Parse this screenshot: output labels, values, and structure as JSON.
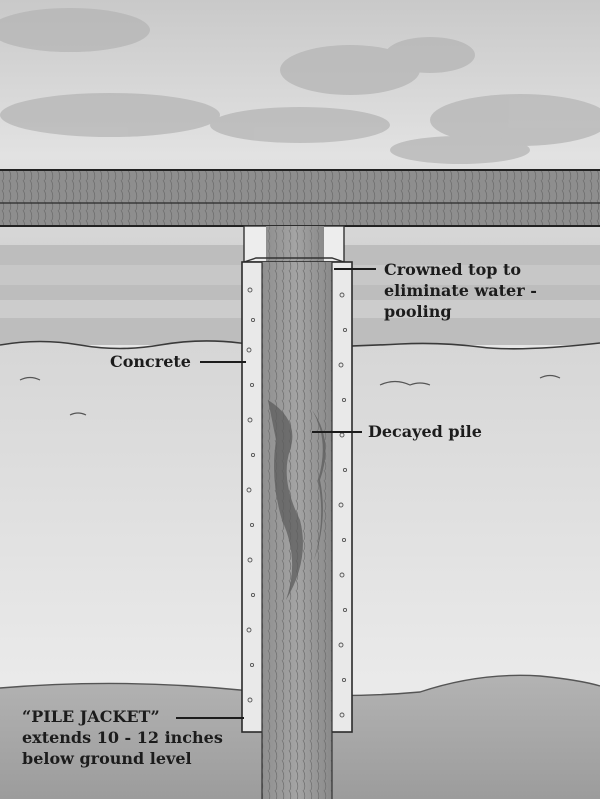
{
  "labels": {
    "crowned_top": [
      "Crowned top to",
      "eliminate water -",
      "pooling"
    ],
    "concrete": "Concrete",
    "decayed_pile": "Decayed pile",
    "pile_jacket": [
      "“PILE JACKET”",
      "extends 10 - 12 inches",
      "below ground level"
    ]
  }
}
